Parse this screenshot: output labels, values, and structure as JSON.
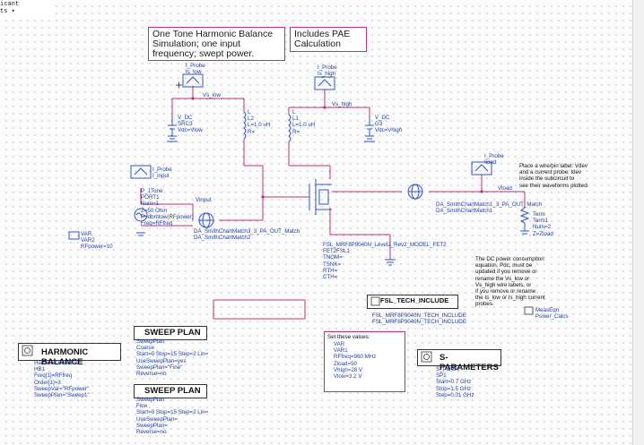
{
  "topbar": {
    "line1": "icant",
    "line2": "ts",
    "caret": "▾"
  },
  "notes": {
    "harmonic": "One Tone Harmonic Balance\nSimulation; one input\nfrequency; swept power.",
    "pae": "Includes PAE\nCalculation"
  },
  "probes": {
    "is_low": "I_Probe\nIs_low",
    "is_high": "I_Probe\nIs_high",
    "i_input": "I_Probe\nI_input",
    "iload": "I_Probe\nIload"
  },
  "nodes": {
    "vs_low": "Vs_low",
    "vs_high": "Vs_high",
    "vinput": "Vinput",
    "vload": "Vload"
  },
  "components": {
    "src3": "V_DC\nSRC3\nVdc=Vlow",
    "l2": "L\nL2\nL=1.0 uH\nR=",
    "l1": "L\nL1\nL=1.0 uH\nR=",
    "g3": "V_DC\nG3\nVdc=Vhigh",
    "port1": "P_1Tone\nPORT1\nNum=1\nZ=50 Ohm\nP=dbmtow(RFpower)\nFreq=RFfreq",
    "match2": "DA_SmithChartMatch3_3_PA_OUT_Match\nDA_SmithChartMatch2",
    "match1": "DA_SmithChartMatch1_3_PA_OUT_Match\nDA_SmithChartMatch1",
    "fet": "FSL_MRF8P9040N_Level2_Rev2_MODEL_FET2\nFET2FSL1\nTNOM=\nTSNK=\nRTH=\nCTH=",
    "term1": "Term\nTerm1\nNum=2\nZ=Zload",
    "var2": "VAR\nVAR2\nRFpower=10"
  },
  "annotations": {
    "probe_note": "Place a wire/pin label: Vdev\nand a current probe: Idev\ninside the subcircuit to\nsee their waveforms plotted.",
    "dc_note": "The DC power consumption\nequation, Pdc, must be\nupdated if you remove or\nrename the Vs_low or\nVs_high wire labels, or\nif you remove or rename\nthe Is_low or Is_high current\nprobes."
  },
  "tech": {
    "title": "FSL_TECH_INCLUDE",
    "label": "FSL_MRF8P9040N_TECH_INCLUDE\nFSL_MRF8P9040N_TECH_INCLUDE"
  },
  "meqn": {
    "label": "MeasEqn\nPower_Calcs"
  },
  "sweep1": {
    "title": "SWEEP PLAN",
    "label": "SweepPlan\nCoarse\nStart=0 Stop=15 Step=2 Lin=\nUseSweepPlan=yes\nSweepPlan=\"Fine\"\nReverse=no"
  },
  "sweep2": {
    "title": "SWEEP PLAN",
    "label": "SweepPlan\nFine\nStart=0 Stop=15 Step=2 Lin=\nUseSweepPlan=\nSweepPlan=\nReverse=no"
  },
  "hb": {
    "title": "HARMONIC BALANCE",
    "label": "HarmonicBalance\nHB1\nFreq[1]=RFfreq\nOrder[1]=3\nSweepVar=\"RFpower\"\nSweepPlan=\"Sweep1\""
  },
  "setvals": {
    "heading": "Set these values:",
    "label": "VAR\nVAR1\nRFfreq=960 MHz\nZload=50\nVhigh=28 V\nVlow=3.2 V"
  },
  "sparams": {
    "title": "S-PARAMETERS",
    "label": "S_Param\nSP1\nStart=0.7 GHz\nStop=1.5 GHz\nStep=0.01 GHz"
  },
  "colors": {
    "wire": "#c0307a",
    "text": "#1f3fa6",
    "accent": "#2f55c8"
  }
}
